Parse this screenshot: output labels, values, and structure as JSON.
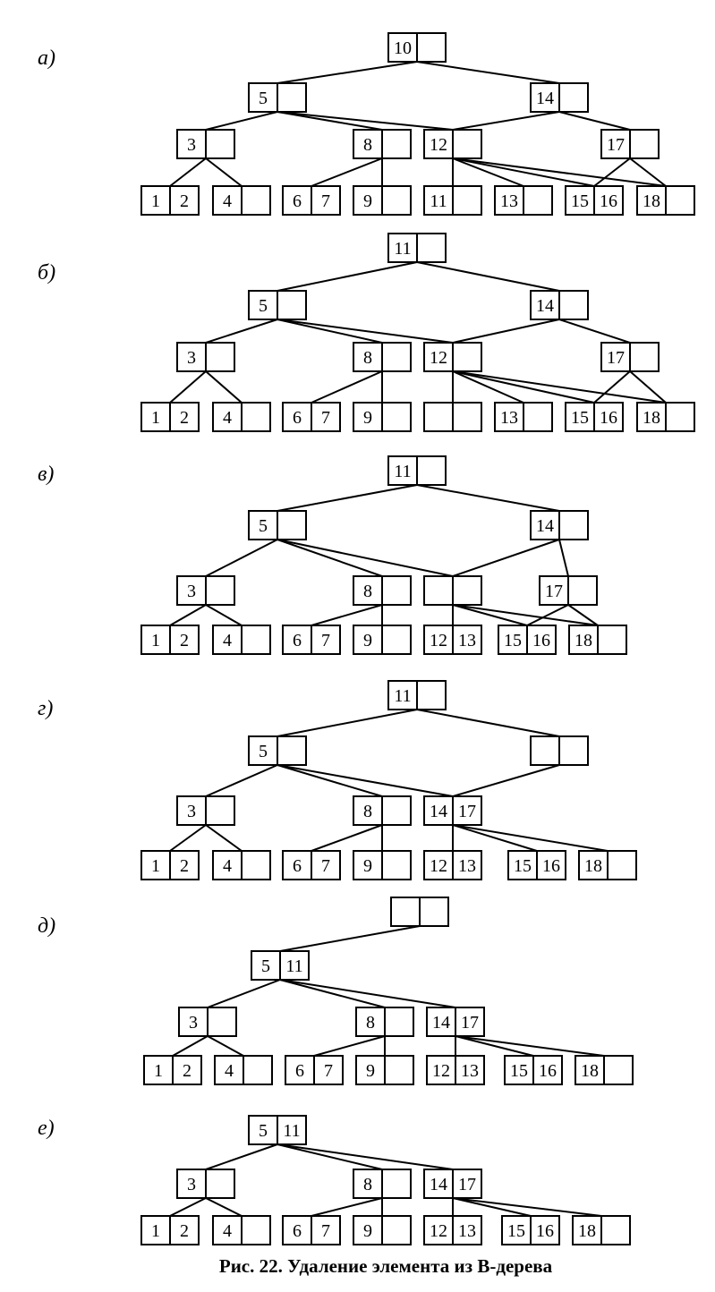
{
  "caption": "Рис. 22. Удаление элемента из В-дерева",
  "panels": [
    {
      "label": "а)",
      "nodes": {
        "root": [
          "10",
          ""
        ],
        "L": [
          "5",
          ""
        ],
        "R": [
          "14",
          ""
        ],
        "a": [
          "3",
          ""
        ],
        "b": [
          "8",
          ""
        ],
        "c": [
          "12",
          ""
        ],
        "d": [
          "17",
          ""
        ],
        "l1": [
          "1",
          "2"
        ],
        "l2": [
          "4",
          ""
        ],
        "l3": [
          "6",
          "7"
        ],
        "l4": [
          "9",
          ""
        ],
        "l5": [
          "11",
          ""
        ],
        "l6": [
          "13",
          ""
        ],
        "l7": [
          "15",
          "16"
        ],
        "l8": [
          "18",
          ""
        ]
      }
    },
    {
      "label": "б)",
      "nodes": {
        "root": [
          "11",
          ""
        ],
        "L": [
          "5",
          ""
        ],
        "R": [
          "14",
          ""
        ],
        "a": [
          "3",
          ""
        ],
        "b": [
          "8",
          ""
        ],
        "c": [
          "12",
          ""
        ],
        "d": [
          "17",
          ""
        ],
        "l1": [
          "1",
          "2"
        ],
        "l2": [
          "4",
          ""
        ],
        "l3": [
          "6",
          "7"
        ],
        "l4": [
          "9",
          ""
        ],
        "l5": [
          "",
          ""
        ],
        "l6": [
          "13",
          ""
        ],
        "l7": [
          "15",
          "16"
        ],
        "l8": [
          "18",
          ""
        ]
      }
    },
    {
      "label": "в)",
      "nodes": {
        "root": [
          "11",
          ""
        ],
        "L": [
          "5",
          ""
        ],
        "R": [
          "14",
          ""
        ],
        "a": [
          "3",
          ""
        ],
        "b": [
          "8",
          ""
        ],
        "c": [
          "",
          ""
        ],
        "d": [
          "17",
          ""
        ],
        "l1": [
          "1",
          "2"
        ],
        "l2": [
          "4",
          ""
        ],
        "l3": [
          "6",
          "7"
        ],
        "l4": [
          "9",
          ""
        ],
        "l5": [
          "12",
          "13"
        ],
        "l7": [
          "15",
          "16"
        ],
        "l8": [
          "18",
          ""
        ]
      }
    },
    {
      "label": "г)",
      "nodes": {
        "root": [
          "11",
          ""
        ],
        "L": [
          "5",
          ""
        ],
        "R": [
          "",
          ""
        ],
        "a": [
          "3",
          ""
        ],
        "b": [
          "8",
          ""
        ],
        "c": [
          "14",
          "17"
        ],
        "l1": [
          "1",
          "2"
        ],
        "l2": [
          "4",
          ""
        ],
        "l3": [
          "6",
          "7"
        ],
        "l4": [
          "9",
          ""
        ],
        "l5": [
          "12",
          "13"
        ],
        "l7": [
          "15",
          "16"
        ],
        "l8": [
          "18",
          ""
        ]
      }
    },
    {
      "label": "д)",
      "nodes": {
        "root": [
          "",
          ""
        ],
        "L": [
          "5",
          "11"
        ],
        "a": [
          "3",
          ""
        ],
        "b": [
          "8",
          ""
        ],
        "c": [
          "14",
          "17"
        ],
        "l1": [
          "1",
          "2"
        ],
        "l2": [
          "4",
          ""
        ],
        "l3": [
          "6",
          "7"
        ],
        "l4": [
          "9",
          ""
        ],
        "l5": [
          "12",
          "13"
        ],
        "l7": [
          "15",
          "16"
        ],
        "l8": [
          "18",
          ""
        ]
      }
    },
    {
      "label": "е)",
      "nodes": {
        "L": [
          "5",
          "11"
        ],
        "a": [
          "3",
          ""
        ],
        "b": [
          "8",
          ""
        ],
        "c": [
          "14",
          "17"
        ],
        "l1": [
          "1",
          "2"
        ],
        "l2": [
          "4",
          ""
        ],
        "l3": [
          "6",
          "7"
        ],
        "l4": [
          "9",
          ""
        ],
        "l5": [
          "12",
          "13"
        ],
        "l7": [
          "15",
          "16"
        ],
        "l8": [
          "18",
          ""
        ]
      }
    }
  ],
  "edges": [
    [
      "root",
      "L"
    ],
    [
      "root",
      "R"
    ],
    [
      "L",
      "a"
    ],
    [
      "L",
      "b"
    ],
    [
      "L",
      "c"
    ],
    [
      "R",
      "c"
    ],
    [
      "R",
      "d"
    ],
    [
      "a",
      "l1"
    ],
    [
      "a",
      "l2"
    ],
    [
      "b",
      "l3"
    ],
    [
      "b",
      "l4"
    ],
    [
      "c",
      "l5"
    ],
    [
      "c",
      "l6"
    ],
    [
      "c",
      "l7"
    ],
    [
      "c",
      "l8"
    ],
    [
      "d",
      "l7"
    ],
    [
      "d",
      "l8"
    ]
  ]
}
